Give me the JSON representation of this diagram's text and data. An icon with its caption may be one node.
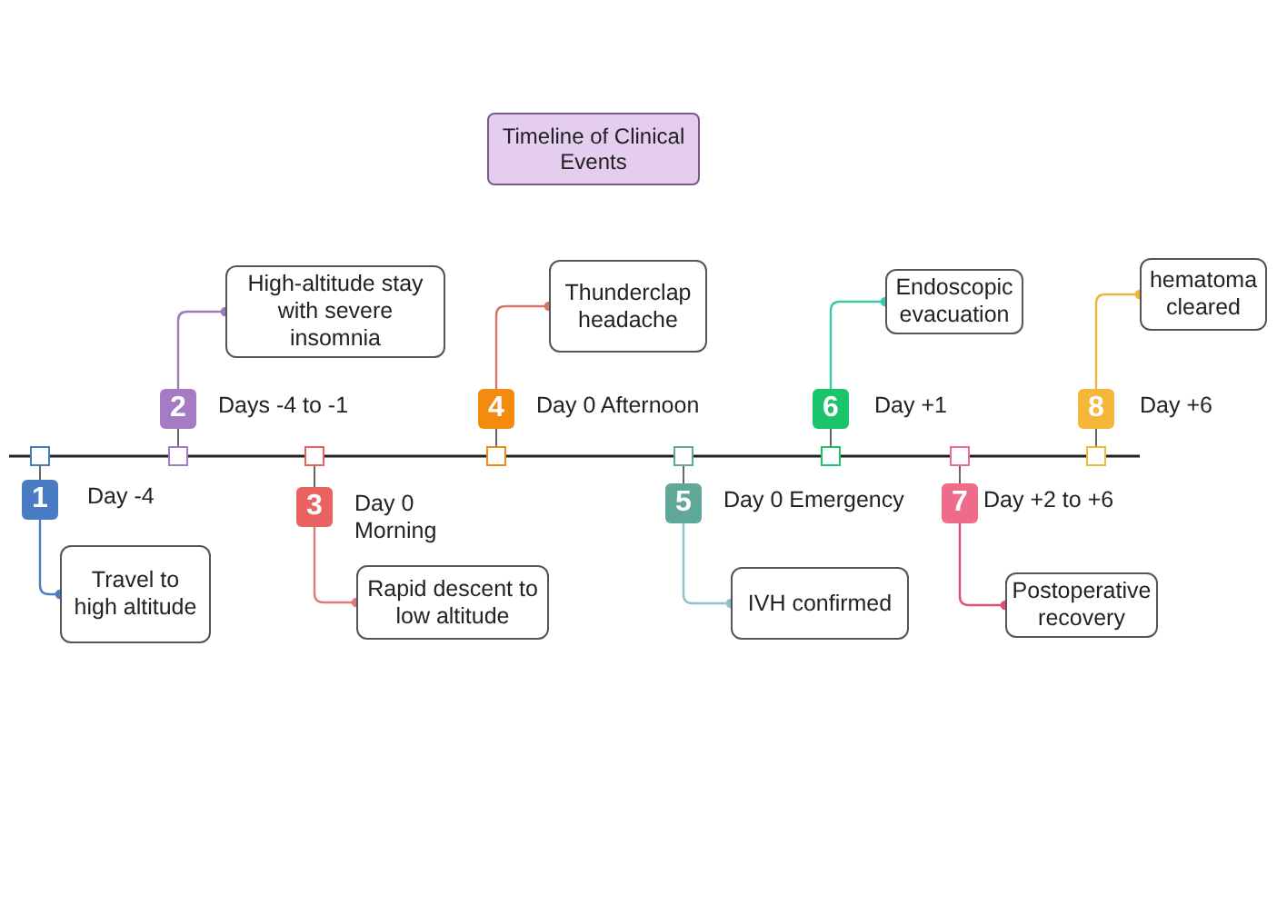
{
  "diagram": {
    "title": "Timeline of Clinical Events",
    "nodes": [
      {
        "text": [
          "1"
        ],
        "beside": [
          "Day -4"
        ]
      },
      {
        "text": [
          "Travel to high altitude"
        ]
      },
      {
        "text": [
          "2"
        ],
        "beside": [
          "Days -4 to -1"
        ]
      },
      {
        "text": [
          "High-altitude stay with severe insomnia"
        ]
      },
      {
        "text": [
          "3"
        ],
        "beside": [
          "Day 0 Morning"
        ]
      },
      {
        "text": [
          "Rapid descent to low altitude"
        ]
      },
      {
        "text": [
          "4"
        ],
        "beside": [
          "Day 0 Afternoon"
        ]
      },
      {
        "text": [
          "Thunderclap headache"
        ]
      },
      {
        "text": [
          "5"
        ],
        "beside": [
          "Day 0 Emergency"
        ]
      },
      {
        "text": [
          "IVH confirmed"
        ]
      },
      {
        "text": [
          "6"
        ],
        "beside": [
          "Day +1"
        ]
      },
      {
        "text": [
          "Endoscopic evacuation"
        ]
      },
      {
        "text": [
          "7"
        ],
        "beside": [
          "Day +2 to +6"
        ]
      },
      {
        "text": [
          "Postoperative recovery"
        ]
      },
      {
        "text": [
          "8"
        ],
        "beside": [
          "Day +6"
        ]
      },
      {
        "text": [
          "hematoma cleared"
        ]
      }
    ],
    "edges": [
      {
        "from": 0,
        "to": 1,
        "arrow": "other",
        "color": "#4a7cc4"
      },
      {
        "from": 2,
        "to": 3,
        "arrow": "other",
        "color": "#9a7ab8"
      },
      {
        "from": 4,
        "to": 5,
        "arrow": "other",
        "color": "#e07a78"
      },
      {
        "from": 6,
        "to": 7,
        "arrow": "other",
        "color": "#d9746a"
      },
      {
        "from": 8,
        "to": 9,
        "arrow": "other",
        "color": "#8fc0cc"
      },
      {
        "from": 10,
        "to": 11,
        "arrow": "other",
        "color": "#3cc9a8"
      },
      {
        "from": 12,
        "to": 13,
        "arrow": "other",
        "color": "#e0506e"
      },
      {
        "from": 14,
        "to": 15,
        "arrow": "other",
        "color": "#efb43c"
      }
    ]
  }
}
